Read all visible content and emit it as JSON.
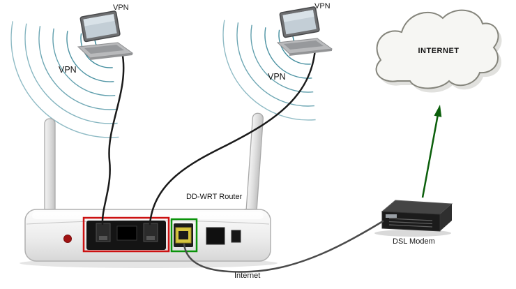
{
  "diagram": {
    "labels": {
      "vpn_laptop_1": "VPN",
      "vpn_laptop_2": "VPN",
      "vpn_signal_left": "VPN",
      "vpn_signal_right": "VPN",
      "internet_cloud": "INTERNET",
      "router": "DD-WRT Router",
      "modem": "DSL Modem",
      "internet_connection": "Internet"
    },
    "colors": {
      "wifi_arc": "#20788c",
      "highlight_red": "#cc1111",
      "highlight_green": "#0a930a",
      "arrow_green": "#0b5f0b",
      "wan_port_yellow": "#d6c53e"
    }
  }
}
